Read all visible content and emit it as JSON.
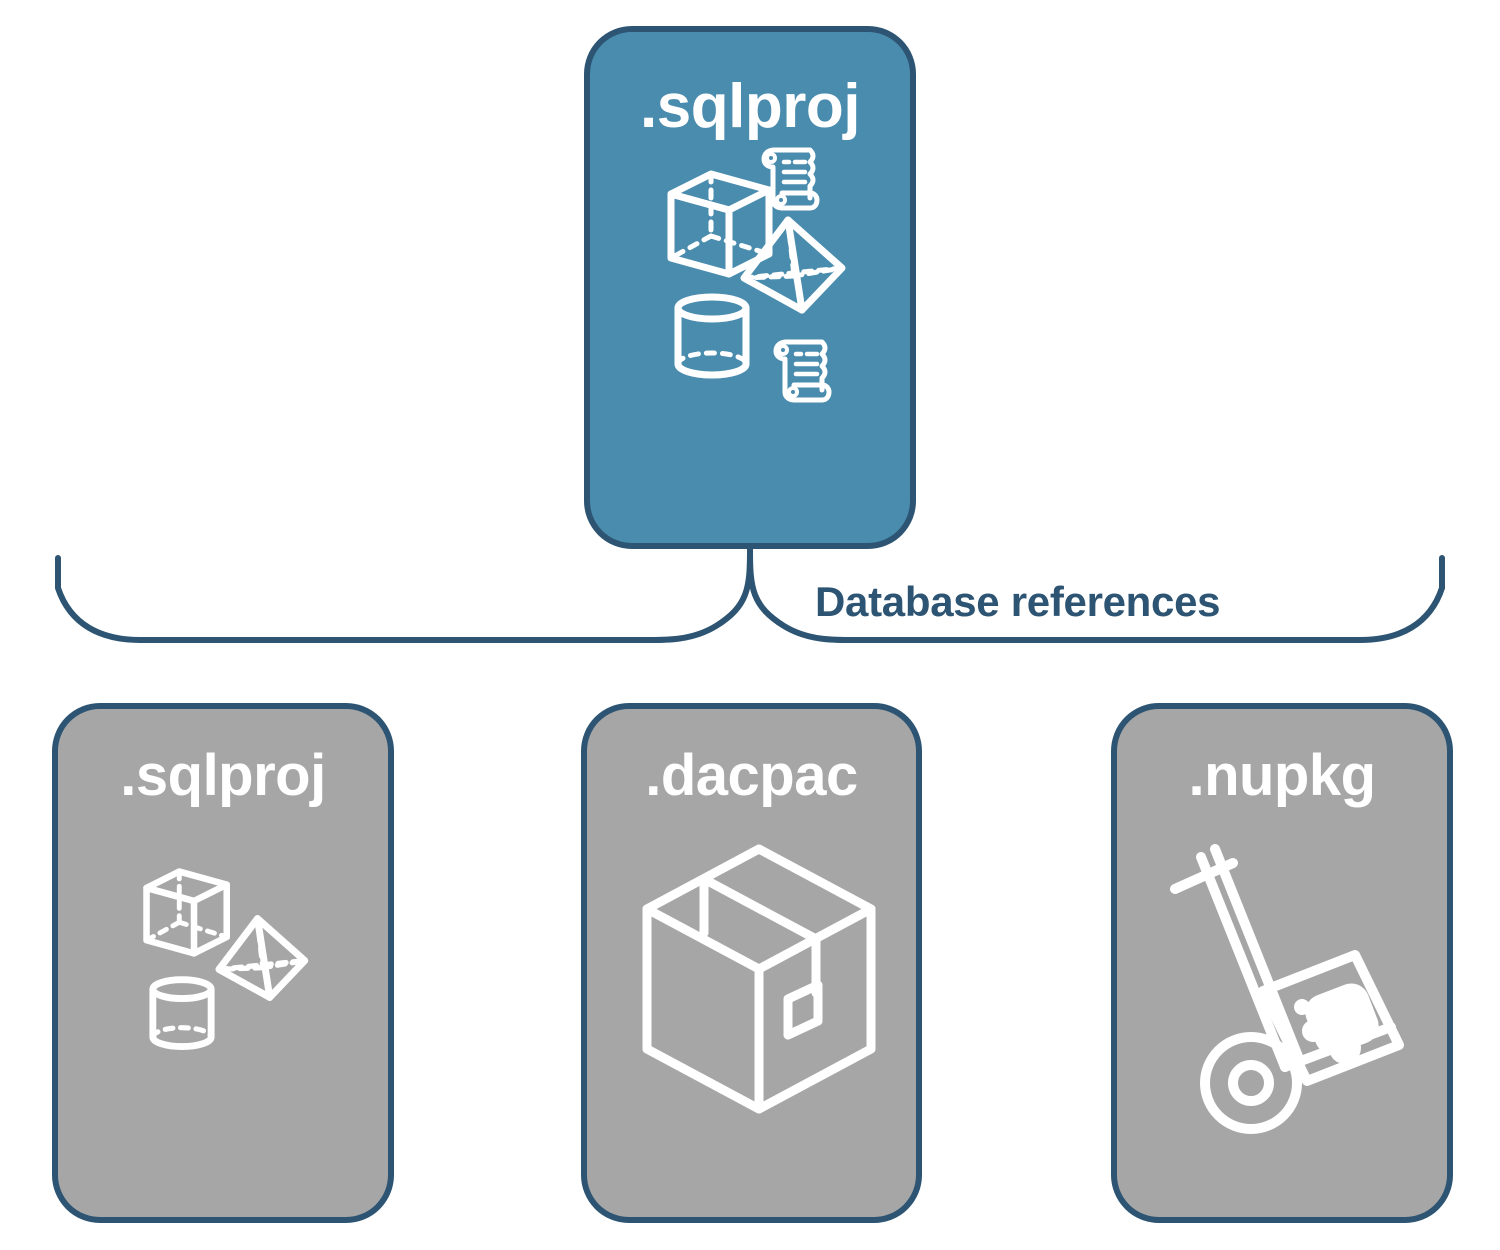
{
  "diagram": {
    "title": "Database references",
    "colors": {
      "root_fill": "#4a8cae",
      "child_fill": "#a6a6a6",
      "stroke": "#2d5573",
      "icon": "#ffffff",
      "background": "#ffffff"
    },
    "connector": {
      "type": "curly-brace",
      "label": "Database references",
      "label_color": "#2d5573"
    },
    "root": {
      "label": ".sqlproj",
      "fill": "#4a8cae",
      "icons": [
        {
          "name": "wireframe-cube-icon",
          "label": "cube"
        },
        {
          "name": "scroll-icon",
          "label": "script scroll"
        },
        {
          "name": "wireframe-pyramid-icon",
          "label": "pyramid"
        },
        {
          "name": "wireframe-cylinder-icon",
          "label": "cylinder"
        },
        {
          "name": "scroll-icon",
          "label": "script scroll"
        }
      ]
    },
    "children": [
      {
        "label": ".sqlproj",
        "fill": "#a6a6a6",
        "icons": [
          {
            "name": "wireframe-cube-icon",
            "label": "cube"
          },
          {
            "name": "wireframe-pyramid-icon",
            "label": "pyramid"
          },
          {
            "name": "wireframe-cylinder-icon",
            "label": "cylinder"
          }
        ]
      },
      {
        "label": ".dacpac",
        "fill": "#a6a6a6",
        "icons": [
          {
            "name": "shipping-box-icon",
            "label": "package box"
          }
        ]
      },
      {
        "label": ".nupkg",
        "fill": "#a6a6a6",
        "icons": [
          {
            "name": "hand-truck-package-icon",
            "label": "hand truck with package"
          }
        ]
      }
    ]
  }
}
